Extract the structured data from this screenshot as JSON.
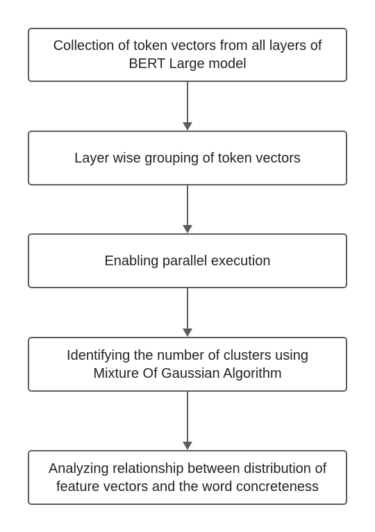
{
  "flowchart": {
    "steps": [
      {
        "label": "Collection of token vectors from all layers of\nBERT Large model"
      },
      {
        "label": "Layer wise grouping of token vectors"
      },
      {
        "label": "Enabling parallel execution"
      },
      {
        "label": "Identifying the number of clusters using\nMixture Of Gaussian Algorithm"
      },
      {
        "label": "Analyzing relationship between distribution of\nfeature vectors and the word concreteness"
      }
    ],
    "colors": {
      "border": "#5c5c5c",
      "arrow": "#5c5c5c",
      "text": "#222222",
      "background": "#ffffff"
    }
  }
}
